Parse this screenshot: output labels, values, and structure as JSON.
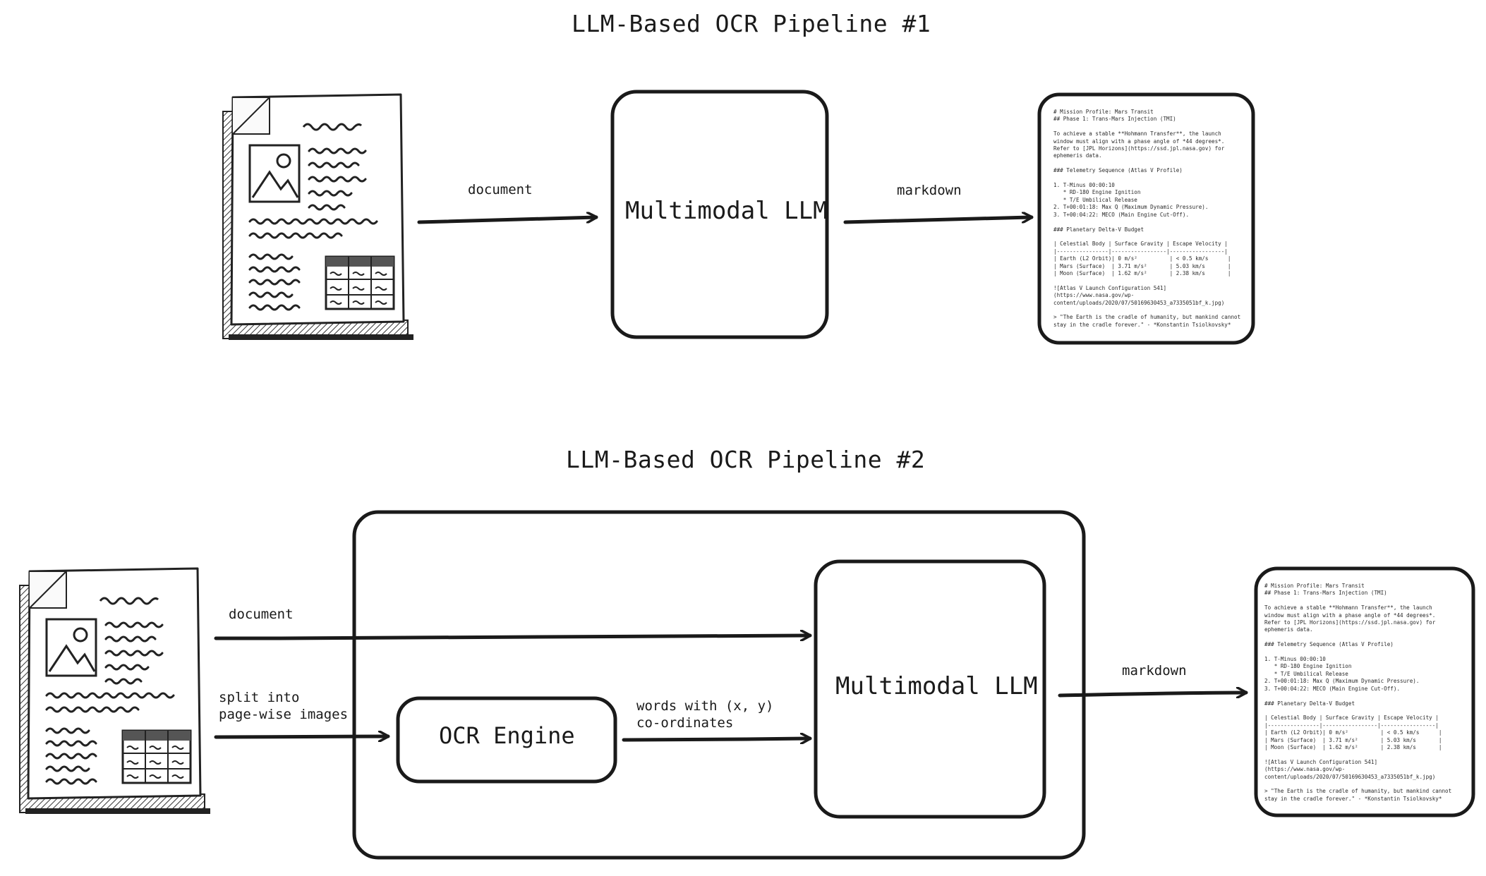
{
  "pipeline1": {
    "title": "LLM-Based OCR Pipeline #1",
    "input_label": "document",
    "model_label": "Multimodal LLM",
    "output_label": "markdown"
  },
  "pipeline2": {
    "title": "LLM-Based OCR Pipeline #2",
    "document_label": "document",
    "split_label_line1": "split into",
    "split_label_line2": "page-wise images",
    "ocr_label": "OCR Engine",
    "words_label_line1": "words with (x, y)",
    "words_label_line2": "co-ordinates",
    "model_label": "Multimodal LLM",
    "output_label": "markdown"
  },
  "markdown_sample": [
    "# Mission Profile: Mars Transit",
    "## Phase 1: Trans-Mars Injection (TMI)",
    "",
    "To achieve a stable **Hohmann Transfer**, the launch",
    "window must align with a phase angle of *44 degrees*.",
    "Refer to [JPL Horizons](https://ssd.jpl.nasa.gov) for",
    "ephemeris data.",
    "",
    "### Telemetry Sequence (Atlas V Profile)",
    "",
    "1. T-Minus 00:00:10",
    "   * RD-180 Engine Ignition",
    "   * T/E Umbilical Release",
    "2. T+00:01:18: Max Q (Maximum Dynamic Pressure).",
    "3. T+00:04:22: MECO (Main Engine Cut-Off).",
    "",
    "### Planetary Delta-V Budget",
    "",
    "| Celestial Body | Surface Gravity | Escape Velocity |",
    "|----------------|-----------------|-----------------|",
    "| Earth (L2 Orbit)| 0 m/s²          | < 0.5 km/s      |",
    "| Mars (Surface)  | 3.71 m/s²       | 5.03 km/s       |",
    "| Moon (Surface)  | 1.62 m/s²       | 2.38 km/s       |",
    "",
    "![Atlas V Launch Configuration 541]",
    "(https://www.nasa.gov/wp-",
    "content/uploads/2020/07/50169630453_a7335051bf_k.jpg)",
    "",
    "> \"The Earth is the cradle of humanity, but mankind cannot",
    "stay in the cradle forever.\" - *Konstantin Tsiolkovsky*"
  ],
  "icons": {
    "document": "document-sketch-icon",
    "image": "image-placeholder-icon",
    "table": "table-icon"
  },
  "colors": {
    "ink": "#1a1a1a",
    "background": "#ffffff"
  }
}
